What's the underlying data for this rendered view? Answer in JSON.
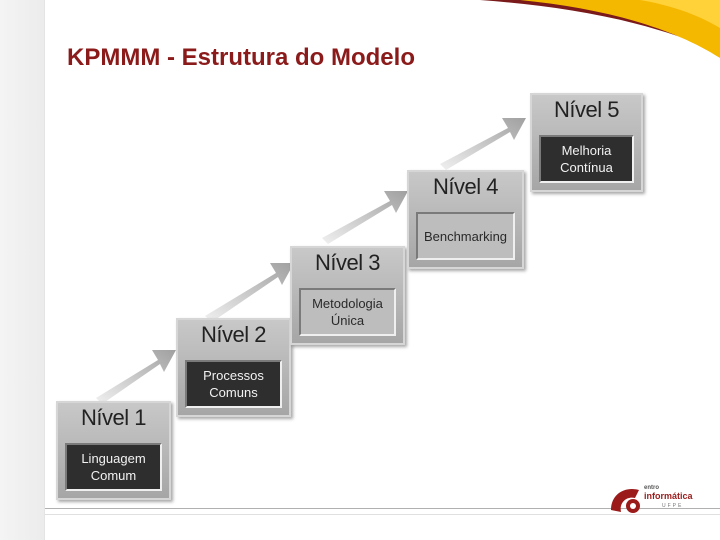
{
  "slide": {
    "title": "KPMMM - Estrutura do Modelo"
  },
  "levels": [
    {
      "heading": "Nível 1",
      "lines": [
        "Linguagem",
        "Comum"
      ],
      "style": "dark"
    },
    {
      "heading": "Nível 2",
      "lines": [
        "Processos",
        "Comuns"
      ],
      "style": "dark"
    },
    {
      "heading": "Nível 3",
      "lines": [
        "Metodologia",
        "Única"
      ],
      "style": "light"
    },
    {
      "heading": "Nível 4",
      "lines": [
        "Benchmarking"
      ],
      "style": "light"
    },
    {
      "heading": "Nível 5",
      "lines": [
        "Melhoria",
        "Contínua"
      ],
      "style": "dark"
    }
  ],
  "logo": {
    "top_text": "entro",
    "main_text": "informática",
    "sub_text": "UFPE",
    "colors": {
      "accent": "#9b1b1b",
      "gold": "#f5b800"
    }
  },
  "colors": {
    "title": "#8b1a1a",
    "swoosh_gold": "#f5b800",
    "swoosh_maroon": "#7a1a1a"
  }
}
